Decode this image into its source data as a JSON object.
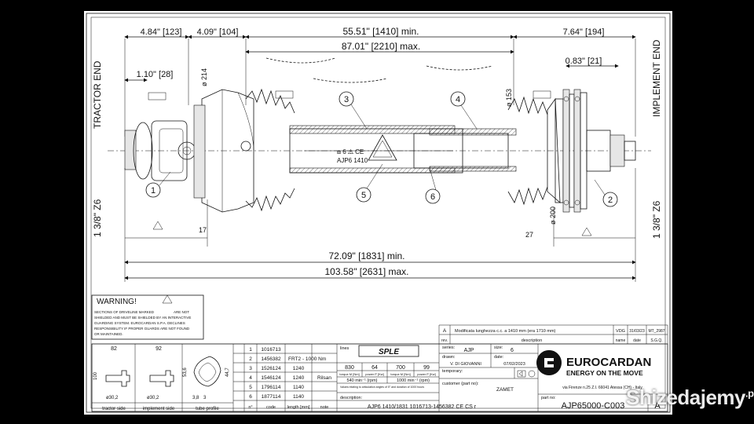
{
  "dimensions": {
    "top_left_1": "4.84\" [123]",
    "top_left_2": "4.09\" [104]",
    "top_min": "55.51\" [1410] min.",
    "top_max": "87.01\" [2210] max.",
    "top_right": "7.64\" [194]",
    "right_small": "0.83\" [21]",
    "left_small": "1.10\" [28]",
    "phi_214": "ø 214",
    "phi_153": "ø 153",
    "phi_200": "ø 200",
    "d17": "17",
    "d27": "27",
    "bottom_min": "72.09\" [1831] min.",
    "bottom_max": "103.58\" [2631] max.",
    "left_z6": "1 3/8\" Z6",
    "right_z6": "1 3/8\" Z6",
    "tractor_end": "TRACTOR END",
    "implement_end": "IMPLEMENT END",
    "tube_marking_1": "AJP6  1410",
    "tube_marking_2": "⧈ 6 ⚠ CE"
  },
  "callouts": [
    "1",
    "2",
    "3",
    "4",
    "5",
    "6"
  ],
  "warning": {
    "title": "WARNING!",
    "text_lines": [
      "SECTIONS OF DRIVELINE MARKED",
      "SHIELDED AND MUST BE SHIELDED BY AN INTERACTIVE",
      "GUARDING SYSTEM.  EUROCARDAN S.P.A. DECLINES",
      "RESPONSIBILITY IF PROPER GUARDS ARE NOT FOUND",
      "OR MAINTAINED."
    ],
    "are_not": "ARE NOT"
  },
  "views": {
    "tractor_side": "tractor side",
    "implement_side": "implement side",
    "tube_profile": "tube profile",
    "dim_82": "82",
    "dim_92": "92",
    "dim_100": "100",
    "dim_53_6": "53,6",
    "dim_44_7": "44,7",
    "dim_3_8": "3,8",
    "dim_3": "3",
    "phi_30_2_a": "ø30,2",
    "phi_30_2_b": "ø30,2"
  },
  "parts": {
    "rows": [
      {
        "n": "1",
        "code": "1016713",
        "len": "",
        "note": ""
      },
      {
        "n": "2",
        "code": "1456382",
        "len": "FRT2 - 1000 Nm",
        "note": ""
      },
      {
        "n": "3",
        "code": "1526124",
        "len": "1240",
        "note": ""
      },
      {
        "n": "4",
        "code": "1546124",
        "len": "1240",
        "note": "Rilsan"
      },
      {
        "n": "5",
        "code": "1796114",
        "len": "1140",
        "note": ""
      },
      {
        "n": "6",
        "code": "1877114",
        "len": "1140",
        "note": ""
      }
    ],
    "footer": {
      "n": "n°",
      "code": "code",
      "len": "length [mm]",
      "note": "note"
    }
  },
  "series_block": {
    "lines_label": "lines",
    "logo": "SPLE",
    "values": [
      "830",
      "64",
      "700",
      "99"
    ],
    "torque1": "torque M [Nm]",
    "power1": "power P [Kw]",
    "torque2": "torque M [Nm]",
    "power2": "power P [Kw]",
    "rpm1": "540 min⁻¹ (rpm)",
    "rpm2": "1000 min⁻¹ (rpm)",
    "note": "Values relating to articulation angles of 5° and duration of 1000 hours",
    "description_label": "description:",
    "description": "AJP6  1410/1831  1016713-1456382  CE  CS  r"
  },
  "revision": {
    "rev": "A",
    "text": "Modificata lunghezza c.c. a 1410 mm (era 1710 mm)",
    "by": "VDG",
    "date": "31/03/23",
    "id": "MT_2987",
    "h_rev": "rev.",
    "h_desc": "description",
    "h_name": "name",
    "h_date": "date",
    "h_sgq": "S.G.Q."
  },
  "info": {
    "series_label": "series:",
    "series": "AJP",
    "size_label": "size:",
    "size": "6",
    "drawn_label": "drawn:",
    "drawn": "V. DI GIOVANNI",
    "date_label": "date:",
    "date": "07/02/2023",
    "temporary_label": "temporary:",
    "customer_label": "customer (part no):",
    "customer": "ZAMET",
    "part_label": "part no:",
    "part_no": "AJP65000-C003",
    "part_rev": "A"
  },
  "company": {
    "name": "EUROCARDAN",
    "tagline": "ENERGY ON THE MOVE",
    "address": "via Firenze n.25 Z.I. 66041 Atessa (CH) - Italy"
  },
  "watermark": {
    "text": "Shizedajemy",
    "suffix": ".pl"
  }
}
